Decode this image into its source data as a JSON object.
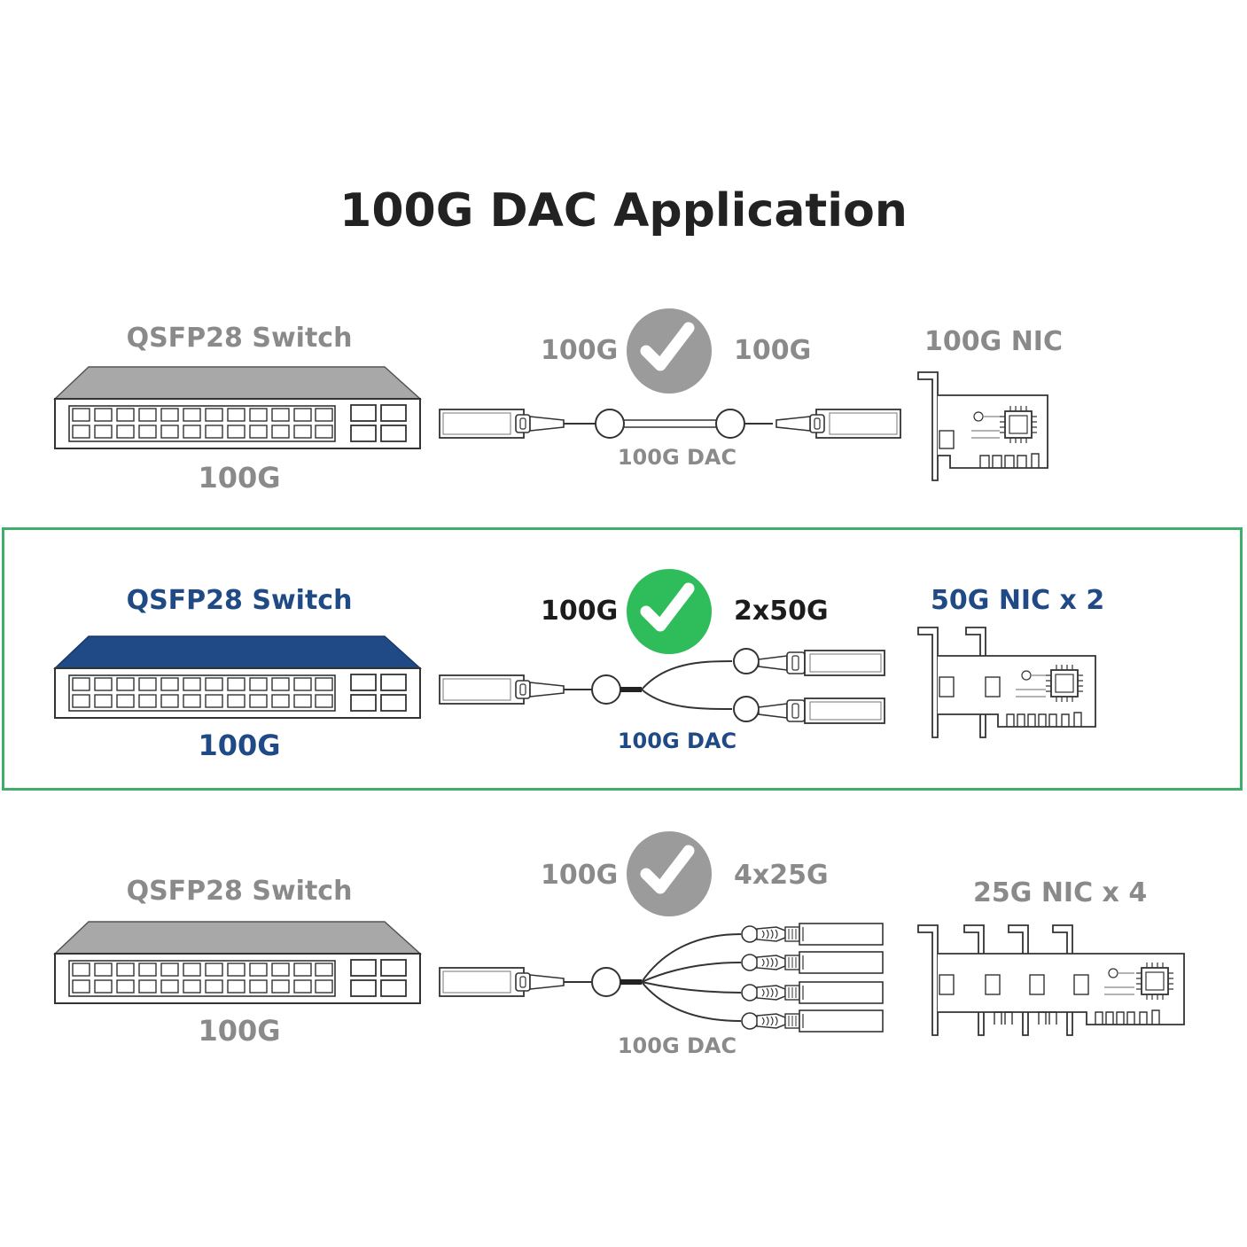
{
  "title": "100G DAC Application",
  "colors": {
    "gray": "#8a8a8a",
    "blue": "#1f4a86",
    "green": "#2fbd5c",
    "frame": "#3fae6a",
    "line": "#333333"
  },
  "rows": [
    {
      "switch_label": "QSFP28 Switch",
      "switch_speed": "100G",
      "left_speed": "100G",
      "right_speed": "100G",
      "cable_label": "100G DAC",
      "nic_label": "100G NIC",
      "check_icon": "check-icon",
      "highlighted": false
    },
    {
      "switch_label": "QSFP28 Switch",
      "switch_speed": "100G",
      "left_speed": "100G",
      "right_speed": "2x50G",
      "cable_label": "100G DAC",
      "nic_label": "50G NIC x 2",
      "check_icon": "check-icon",
      "highlighted": true
    },
    {
      "switch_label": "QSFP28 Switch",
      "switch_speed": "100G",
      "left_speed": "100G",
      "right_speed": "4x25G",
      "cable_label": "100G DAC",
      "nic_label": "25G NIC x 4",
      "check_icon": "check-icon",
      "highlighted": false
    }
  ]
}
